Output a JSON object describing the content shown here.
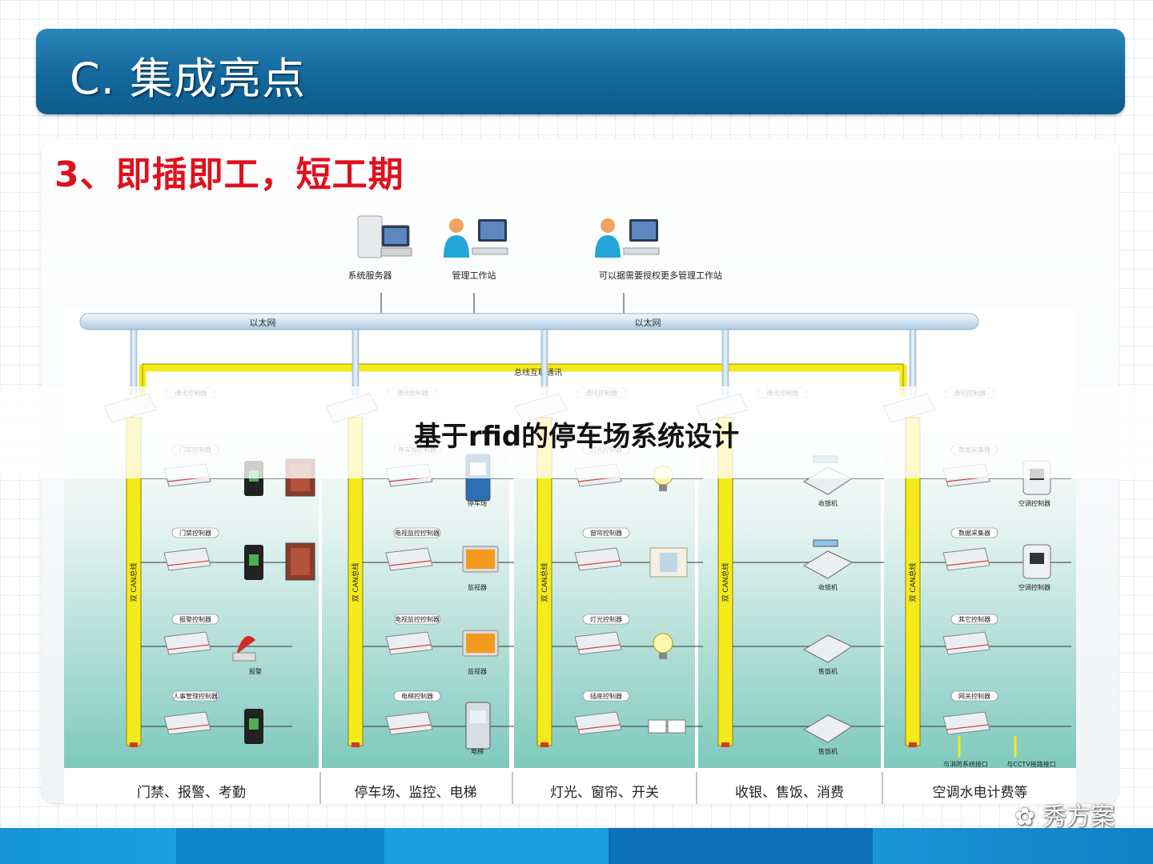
{
  "slide": {
    "title": "C. 集成亮点",
    "subtitle": "3、即插即工，短工期",
    "overlay_title": "基于rfid的停车场系统设计",
    "watermark": "秀方案"
  },
  "diagram": {
    "top_nodes": [
      {
        "label": "系统服务器",
        "icon": "server-icon"
      },
      {
        "label": "管理工作站",
        "icon": "workstation-icon"
      },
      {
        "label": "可以据需要授权更多管理工作站",
        "icon": "workstation-icon"
      }
    ],
    "ethernet_label": "以太网",
    "bus_label": "总线互联通讯",
    "can_label": "双 CAN总线",
    "comm_controller_label": "通讯控制器",
    "columns": [
      {
        "footer": "门禁、报警、考勤",
        "rows": [
          {
            "controller": "门禁控制器",
            "device_label": "",
            "device": "card-reader-icon",
            "device2": "door-icon"
          },
          {
            "controller": "门禁控制器",
            "device_label": "",
            "device": "card-reader-icon",
            "device2": "door-icon"
          },
          {
            "controller": "报警控制器",
            "device_label": "报警",
            "device": "alarm-icon"
          },
          {
            "controller": "人事管理控制器",
            "device_label": "",
            "device": "card-reader-icon"
          }
        ]
      },
      {
        "footer": "停车场、监控、电梯",
        "rows": [
          {
            "controller": "停车场控制器",
            "device_label": "停车场",
            "device": "parking-kiosk-icon"
          },
          {
            "controller": "电视监控控制器",
            "device_label": "监视器",
            "device": "monitor-icon"
          },
          {
            "controller": "电视监控控制器",
            "device_label": "监视器",
            "device": "monitor-icon"
          },
          {
            "controller": "电梯控制器",
            "device_label": "电梯",
            "device": "elevator-icon"
          }
        ]
      },
      {
        "footer": "灯光、窗帘、开关",
        "rows": [
          {
            "controller": "灯光控制器",
            "device_label": "",
            "device": "bulb-icon"
          },
          {
            "controller": "窗帘控制器",
            "device_label": "",
            "device": "curtain-icon"
          },
          {
            "controller": "灯光控制器",
            "device_label": "",
            "device": "bulb-icon"
          },
          {
            "controller": "插座控制器",
            "device_label": "",
            "device": "socket-icon"
          }
        ]
      },
      {
        "footer": "收银、售饭、消费",
        "rows": [
          {
            "controller": "",
            "device_label": "收银机",
            "device": "pos-icon"
          },
          {
            "controller": "",
            "device_label": "收银机",
            "device": "pos-icon"
          },
          {
            "controller": "",
            "device_label": "售饭机",
            "device": "pos-icon"
          },
          {
            "controller": "",
            "device_label": "售饭机",
            "device": "pos-icon"
          }
        ]
      },
      {
        "footer": "空调水电计费等",
        "rows": [
          {
            "controller": "数据采集器",
            "device_label": "空调控制器",
            "device": "ac-controller-icon"
          },
          {
            "controller": "数据采集器",
            "device_label": "空调控制器",
            "device": "ac-controller-icon"
          },
          {
            "controller": "其它控制器",
            "device_label": "",
            "device": ""
          },
          {
            "controller": "网关控制器",
            "device_label": "",
            "device": "",
            "extra": [
              "与消防系统接口",
              "与CCTV接路接口"
            ]
          }
        ]
      }
    ]
  },
  "colors": {
    "banner": "#13689d",
    "subtitle": "#e0101d",
    "bus_yellow": "#f4ea1c",
    "pipe": "#cfe3f1",
    "panel_top": "#ffffff",
    "panel_bottom": "#7fc9bd"
  }
}
